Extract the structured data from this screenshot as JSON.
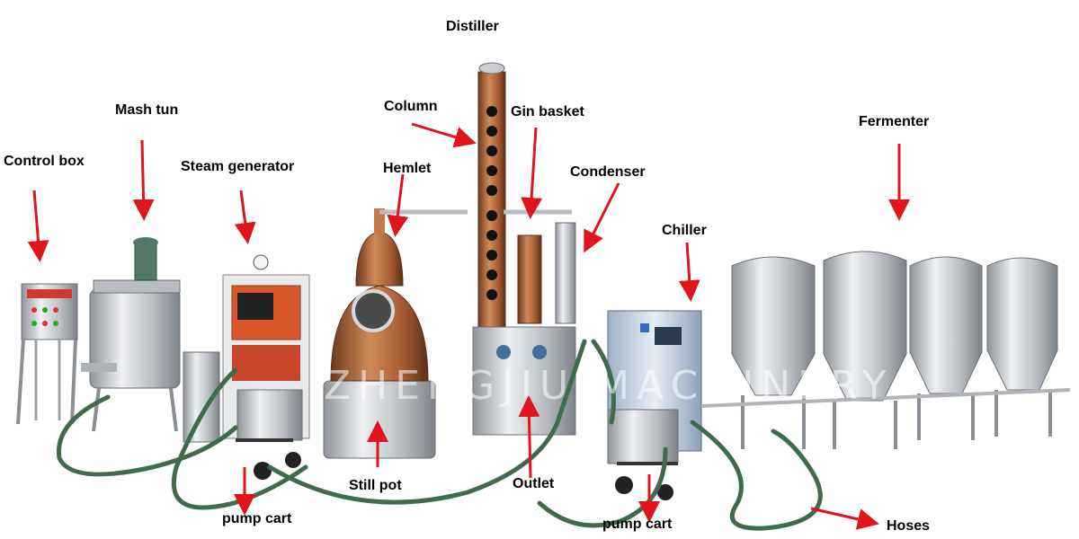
{
  "labels": {
    "distiller": "Distiller",
    "mash_tun": "Mash tun",
    "column": "Column",
    "gin_basket": "Gin basket",
    "fermenter": "Fermenter",
    "control_box": "Control box",
    "steam_generator": "Steam generator",
    "hemlet": "Hemlet",
    "condenser": "Condenser",
    "chiller": "Chiller",
    "still_pot": "Still pot",
    "outlet": "Outlet",
    "pump_cart_left": "pump cart",
    "pump_cart_right": "pump cart",
    "hoses": "Hoses"
  },
  "watermark": "ZHENGJIU MACHINERY",
  "colors": {
    "arrow": "#e0141b",
    "copper": "#b0643a",
    "steel": "#c9ccd0",
    "hose": "#3f6b4c",
    "label": "#000000"
  }
}
